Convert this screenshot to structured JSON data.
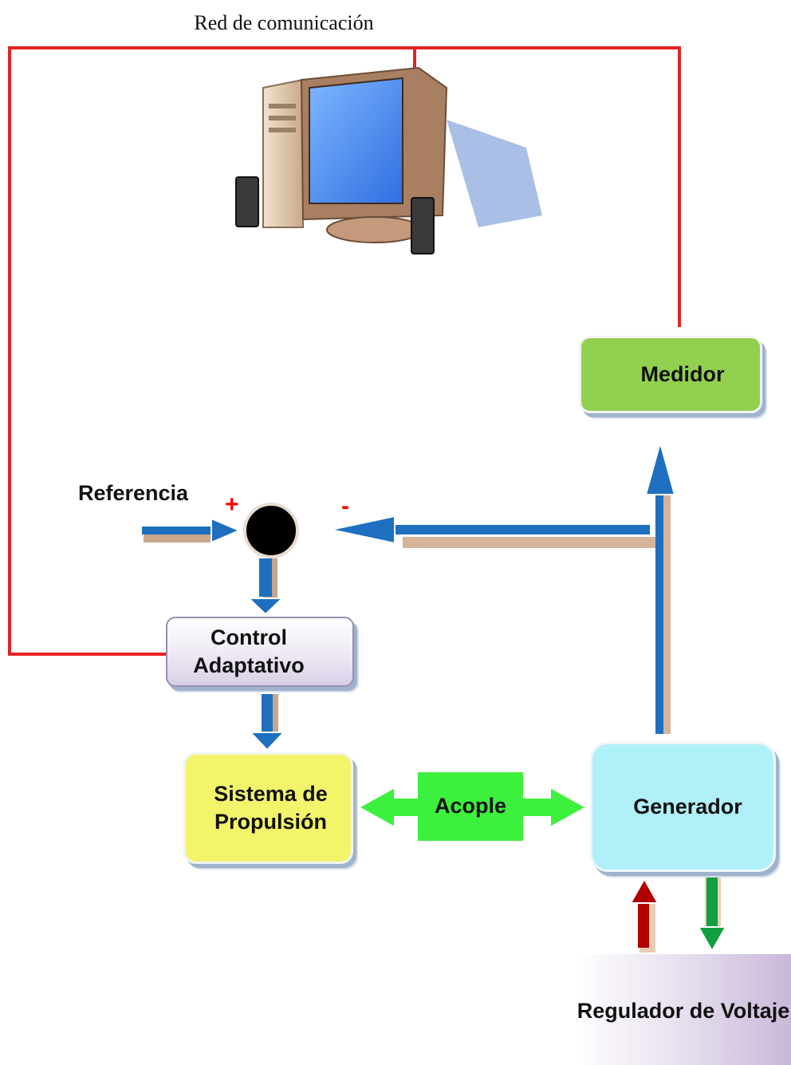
{
  "network": {
    "label": "Red de comunicación"
  },
  "summing_junction": {
    "input_label": "Referencia",
    "plus_sign": "+",
    "minus_sign": "-"
  },
  "blocks": {
    "meter": "Medidor",
    "adaptive_control": "Control Adaptativo",
    "propulsion": "Sistema de Propulsión",
    "coupling": "Acople",
    "generator": "Generador",
    "voltage_regulator": "Regulador de Voltaje"
  },
  "colors": {
    "network_line": "#e52222",
    "signal_arrow": "#1f6fc0",
    "coupling_arrow": "#3ef03e",
    "regulator_in_arrow": "#b00000",
    "regulator_out_arrow": "#10a040",
    "meter_fill": "#92d050",
    "propulsion_fill": "#f2f56a",
    "generator_fill": "#b0f0f8"
  },
  "icons": {
    "computer": "desktop-computer-icon"
  }
}
